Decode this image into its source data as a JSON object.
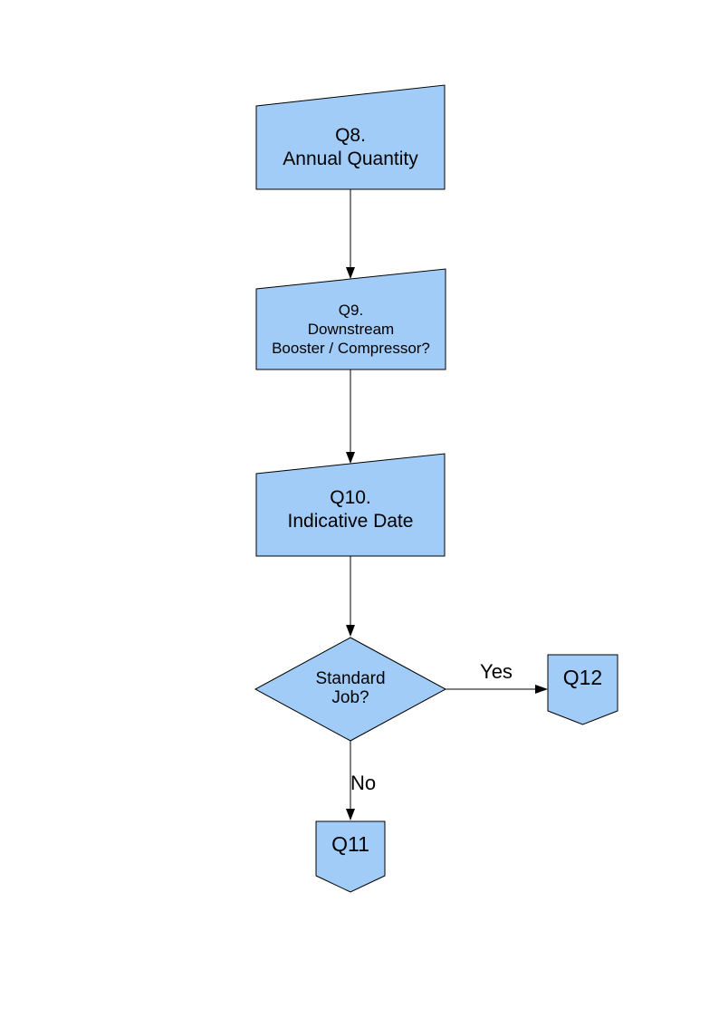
{
  "colors": {
    "node_fill": "#A0CCF7",
    "node_border": "#000000",
    "connector": "#000000",
    "text": "#000000",
    "background": "#FFFFFF"
  },
  "flowchart": {
    "nodes": {
      "q8": {
        "label": "Q8.\nAnnual Quantity",
        "shape": "manual-input"
      },
      "q9": {
        "label": "Q9.\nDownstream\nBooster / Compressor?",
        "shape": "manual-input"
      },
      "q10": {
        "label": "Q10.\nIndicative Date",
        "shape": "manual-input"
      },
      "decision": {
        "label": "Standard\nJob?",
        "shape": "decision-diamond"
      },
      "q12": {
        "label": "Q12",
        "shape": "off-page-connector"
      },
      "q11": {
        "label": "Q11",
        "shape": "off-page-connector"
      }
    },
    "edge_labels": {
      "yes": "Yes",
      "no": "No"
    }
  }
}
